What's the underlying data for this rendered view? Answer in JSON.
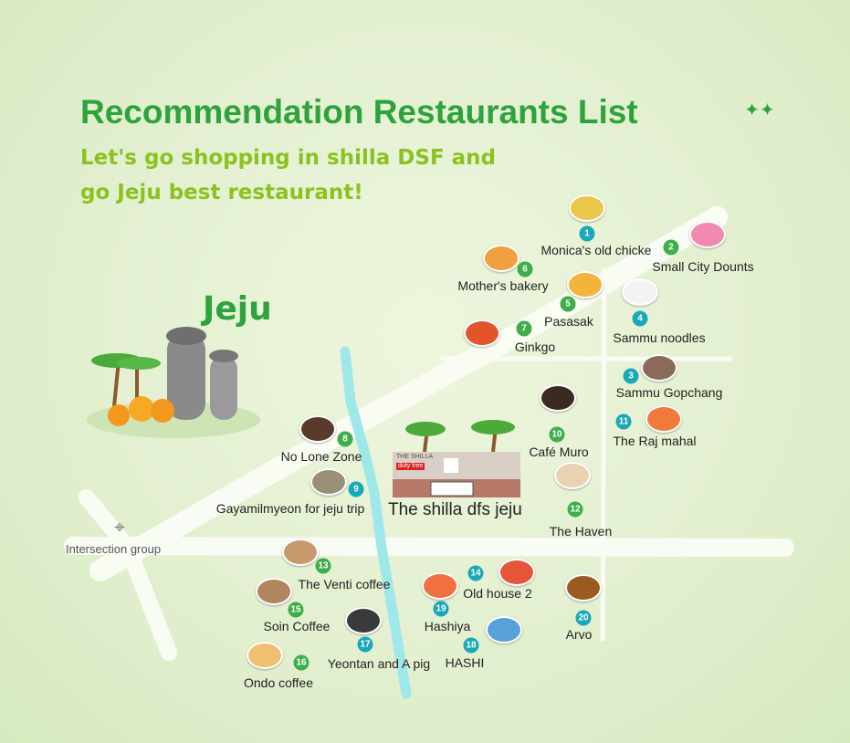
{
  "header": {
    "title": "Recommendation Restaurants List",
    "subtitle_line1": "Let's go shopping in shilla DSF and",
    "subtitle_line2": "go Jeju best restaurant!"
  },
  "region_label": "Jeju",
  "landmarks": {
    "intersection": "Intersection group",
    "shilla": "The shilla dfs jeju",
    "shilla_sign_1": "THE SHILLA",
    "shilla_sign_2": "duty free"
  },
  "colors": {
    "title": "#2da43b",
    "subtitle": "#8cc21f",
    "badge_teal": "#1aa8b8",
    "badge_green": "#3eae4a",
    "river": "#9ee8ea",
    "road": "#fbfdf6"
  },
  "restaurants": [
    {
      "num": "1",
      "name": "Monica's old chicke",
      "badge": "teal",
      "icon": "fried-chicken-icon"
    },
    {
      "num": "2",
      "name": "Small City Dounts",
      "badge": "green",
      "icon": "donut-icon"
    },
    {
      "num": "3",
      "name": "Sammu Gopchang",
      "badge": "teal",
      "icon": "gopchang-pot-icon"
    },
    {
      "num": "4",
      "name": "Sammu noodles",
      "badge": "teal",
      "icon": "noodle-bowl-icon"
    },
    {
      "num": "5",
      "name": "Pasasak",
      "badge": "green",
      "icon": "egg-tart-icon"
    },
    {
      "num": "6",
      "name": "Mother's bakery",
      "badge": "green",
      "icon": "bread-icon"
    },
    {
      "num": "7",
      "name": "Ginkgo",
      "badge": "green",
      "icon": "coffee-pancake-icon"
    },
    {
      "num": "8",
      "name": "No Lone Zone",
      "badge": "green",
      "icon": "coffee-mug-icon"
    },
    {
      "num": "9",
      "name": "Gayamilmyeon for jeju trip",
      "badge": "teal",
      "icon": "cold-noodle-icon"
    },
    {
      "num": "10",
      "name": "Café Muro",
      "badge": "green",
      "icon": "iced-coffee-icon"
    },
    {
      "num": "11",
      "name": "The Raj mahal",
      "badge": "teal",
      "icon": "curry-plate-icon"
    },
    {
      "num": "12",
      "name": "The Haven",
      "badge": "green",
      "icon": "latte-icon"
    },
    {
      "num": "13",
      "name": "The Venti coffee",
      "badge": "green",
      "icon": "latte-glass-icon"
    },
    {
      "num": "14",
      "name": "Old house 2",
      "badge": "teal",
      "icon": "rice-plate-icon"
    },
    {
      "num": "15",
      "name": "Soin Coffee",
      "badge": "green",
      "icon": "coffee-beans-icon"
    },
    {
      "num": "16",
      "name": "Ondo coffee",
      "badge": "green",
      "icon": "coffee-cup-icon"
    },
    {
      "num": "17",
      "name": "Yeontan and A pig",
      "badge": "teal",
      "icon": "bbq-grill-icon"
    },
    {
      "num": "18",
      "name": "HASHI",
      "badge": "teal",
      "icon": "skewer-bowl-icon"
    },
    {
      "num": "19",
      "name": "Hashiya",
      "badge": "teal",
      "icon": "sushi-icon"
    },
    {
      "num": "20",
      "name": "Arvo",
      "badge": "teal",
      "icon": "sandwich-icon"
    }
  ]
}
